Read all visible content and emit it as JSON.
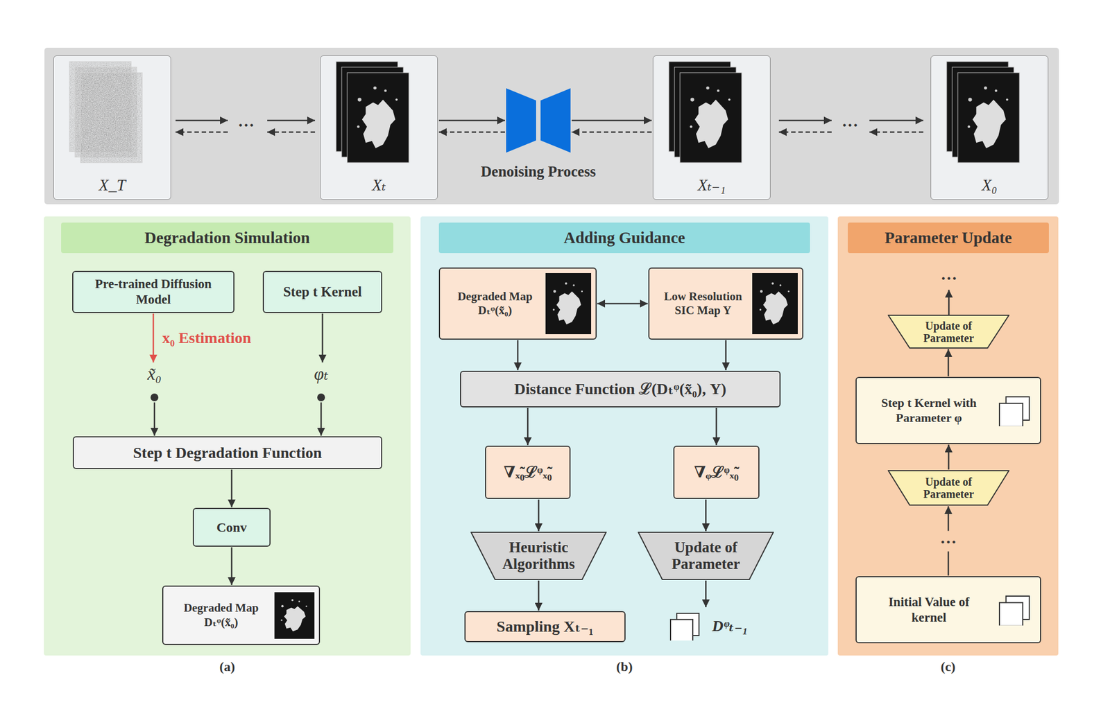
{
  "diagram": {
    "nodes": [
      {
        "text": [
          "X_T"
        ]
      },
      {
        "text": [
          "Xₜ"
        ]
      },
      {
        "text": [
          "Denoising Process"
        ]
      },
      {
        "text": [
          "Xₜ₋₁"
        ]
      },
      {
        "text": [
          "X₀"
        ]
      },
      {
        "text": [
          "(a)"
        ]
      },
      {
        "text": [
          "Degradation Simulation"
        ],
        "in": 5
      },
      {
        "text": [
          "Pre-trained Diffusion Model"
        ],
        "in": 5
      },
      {
        "text": [
          "Step t Kernel"
        ],
        "in": 5
      },
      {
        "text": [
          "x̃₀"
        ],
        "in": 5
      },
      {
        "text": [
          "φₜ"
        ],
        "in": 5
      },
      {
        "text": [
          "Step t Degradation Function"
        ],
        "in": 5
      },
      {
        "text": [
          "Conv"
        ],
        "in": 5
      },
      {
        "text": [
          "Degraded Map Dₜᵠ(x̃₀)"
        ],
        "in": 5
      },
      {
        "text": [
          "(b)"
        ]
      },
      {
        "text": [
          "Adding Guidance"
        ],
        "in": 14
      },
      {
        "text": [
          "Degraded Map Dₜᵠ(x̃₀)"
        ],
        "in": 14
      },
      {
        "text": [
          "Low Resolution SIC Map Y"
        ],
        "in": 14
      },
      {
        "text": [
          "Distance Function ℒ(Dₜᵠ(x̃₀), Y)"
        ],
        "in": 14
      },
      {
        "text": [
          "∇ₓ̃₀ℒᵠₓ̃₀"
        ],
        "in": 14
      },
      {
        "text": [
          "∇ᵩℒᵠₓ̃₀"
        ],
        "in": 14
      },
      {
        "text": [
          "Heuristic Algorithms"
        ],
        "in": 14
      },
      {
        "text": [
          "Update of Parameter"
        ],
        "in": 14
      },
      {
        "text": [
          "Sampling Xₜ₋₁"
        ],
        "in": 14
      },
      {
        "text": [
          "Dᵠₜ₋₁"
        ],
        "in": 14
      },
      {
        "text": [
          "(c)"
        ]
      },
      {
        "text": [
          "Parameter Update"
        ],
        "in": 25
      },
      {
        "text": [
          "Initial Value of kernel"
        ],
        "in": 25
      },
      {
        "text": [
          "Update of Parameter"
        ],
        "in": 25
      },
      {
        "text": [
          "Step t Kernel with Parameter φ"
        ],
        "in": 25
      },
      {
        "text": [
          "Update of Parameter"
        ],
        "in": 25
      }
    ],
    "edges": [
      {
        "from": 1,
        "to": 2,
        "arrow": "to"
      },
      {
        "from": 2,
        "to": 1,
        "arrow": "to"
      },
      {
        "from": 2,
        "to": 3,
        "arrow": "to"
      },
      {
        "from": 3,
        "to": 2,
        "arrow": "to"
      },
      {
        "from": 7,
        "to": 9,
        "arrow": "to",
        "label": "x₀ Estimation"
      },
      {
        "from": 8,
        "to": 10,
        "arrow": "to"
      },
      {
        "from": 9,
        "to": 11,
        "arrow": "to"
      },
      {
        "from": 10,
        "to": 11,
        "arrow": "to"
      },
      {
        "from": 11,
        "to": 12,
        "arrow": "to"
      },
      {
        "from": 12,
        "to": 13,
        "arrow": "to"
      },
      {
        "from": 16,
        "to": 17,
        "arrow": "both"
      },
      {
        "from": 16,
        "to": 18,
        "arrow": "to"
      },
      {
        "from": 17,
        "to": 18,
        "arrow": "to"
      },
      {
        "from": 18,
        "to": 19,
        "arrow": "to"
      },
      {
        "from": 18,
        "to": 20,
        "arrow": "to"
      },
      {
        "from": 19,
        "to": 21,
        "arrow": "to"
      },
      {
        "from": 20,
        "to": 22,
        "arrow": "to"
      },
      {
        "from": 21,
        "to": 23,
        "arrow": "to"
      },
      {
        "from": 22,
        "to": 24,
        "arrow": "to"
      },
      {
        "from": 27,
        "to": 28,
        "arrow": "to",
        "label": "···"
      },
      {
        "from": 28,
        "to": 29,
        "arrow": "to"
      },
      {
        "from": 29,
        "to": 30,
        "arrow": "to"
      }
    ],
    "labels": [
      "···",
      "···",
      "···"
    ]
  }
}
